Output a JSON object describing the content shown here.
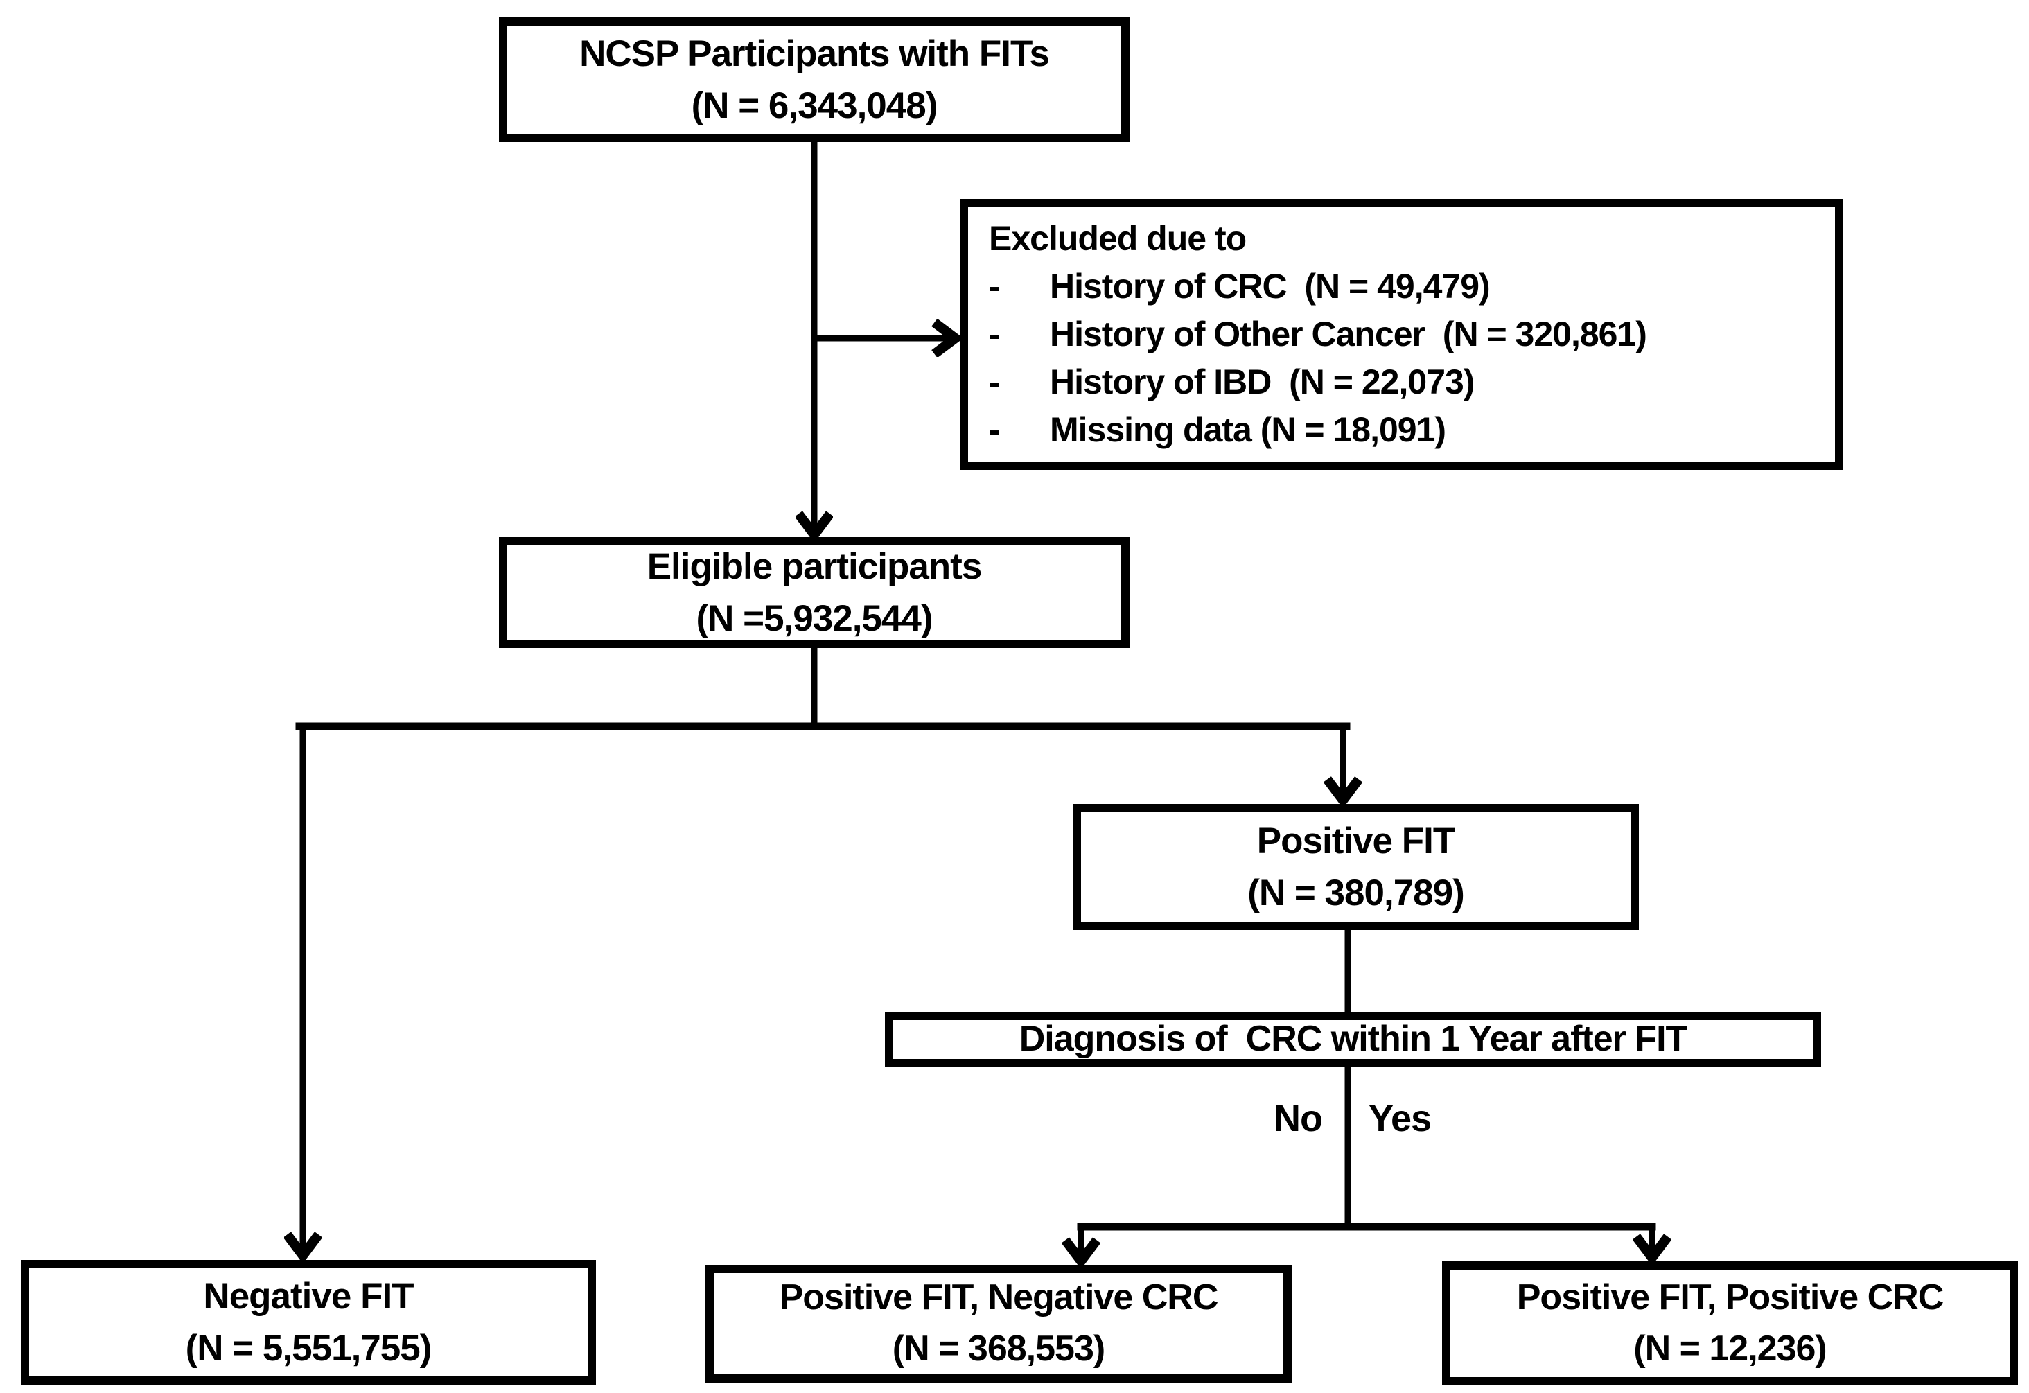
{
  "diagram": {
    "title_semantic": "NCSP FIT colorectal cancer screening participant flow diagram",
    "colors": {
      "background": "#ffffff",
      "box_border": "#000000",
      "line": "#000000",
      "text": "#000000"
    },
    "boxes": {
      "ncsp": {
        "line1": "NCSP Participants with FITs",
        "line2": "(N = 6,343,048)"
      },
      "excluded": {
        "title": "Excluded due to",
        "bullet": "-",
        "items": [
          "History of CRC  (N = 49,479)",
          "History of Other Cancer  (N = 320,861)",
          "History of IBD  (N = 22,073)",
          "Missing data (N = 18,091)"
        ]
      },
      "eligible": {
        "line1": "Eligible participants",
        "line2": "(N =5,932,544)"
      },
      "positive_fit": {
        "line1": "Positive FIT",
        "line2": "(N = 380,789)"
      },
      "diagnosis": {
        "line1": "Diagnosis of  CRC within 1 Year after FIT"
      },
      "negative_fit": {
        "line1": "Negative FIT",
        "line2": "(N = 5,551,755)"
      },
      "pos_fit_neg_crc": {
        "line1": "Positive FIT, Negative CRC",
        "line2": "(N = 368,553)"
      },
      "pos_fit_pos_crc": {
        "line1": "Positive FIT, Positive CRC",
        "line2": "(N = 12,236)"
      }
    },
    "branch_labels": {
      "no": "No",
      "yes": "Yes"
    }
  }
}
